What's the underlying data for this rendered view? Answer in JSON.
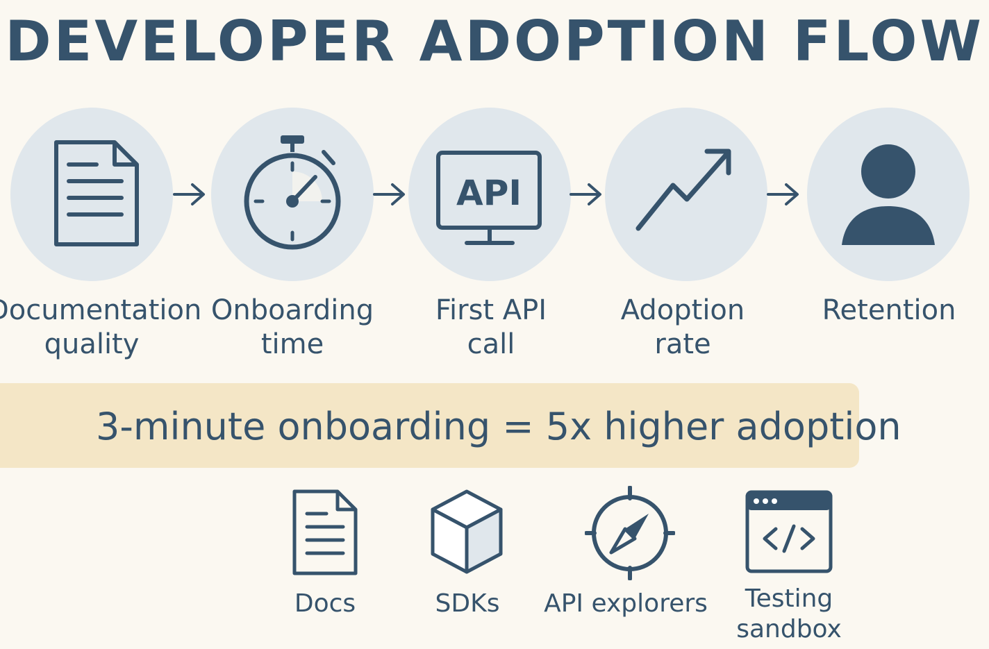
{
  "title": "DEVELOPER ADOPTION FLOW",
  "steps": [
    {
      "icon": "document-icon",
      "label_line1": "Documentation",
      "label_line2": "quality"
    },
    {
      "icon": "stopwatch-icon",
      "label_line1": "Onboarding",
      "label_line2": "time"
    },
    {
      "icon": "api-monitor-icon",
      "icon_text": "API",
      "label_line1": "First API",
      "label_line2": "call"
    },
    {
      "icon": "trend-up-icon",
      "label_line1": "Adoption",
      "label_line2": "rate"
    },
    {
      "icon": "user-icon",
      "label_line1": "Retention",
      "label_line2": ""
    }
  ],
  "banner": {
    "text": "3-minute onboarding = 5x higher adoption"
  },
  "tools": [
    {
      "icon": "docs-icon",
      "label_line1": "Docs",
      "label_line2": ""
    },
    {
      "icon": "cube-icon",
      "label_line1": "SDKs",
      "label_line2": ""
    },
    {
      "icon": "compass-icon",
      "label_line1": "API explorers",
      "label_line2": ""
    },
    {
      "icon": "code-window-icon",
      "label_line1": "Testing",
      "label_line2": "sandbox"
    }
  ],
  "colors": {
    "primary": "#36536c",
    "circle": "#e0e7ec",
    "banner": "#f4e6c6",
    "background": "#fbf8f1"
  }
}
